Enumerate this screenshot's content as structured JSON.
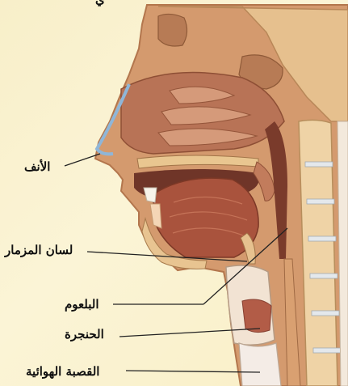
{
  "labels": {
    "top_partial": "ي",
    "nose": "الأنف",
    "epiglottis": "لسان المزمار",
    "pharynx": "البلعوم",
    "larynx": "الحنجرة",
    "trachea": "القصبة الهوائية"
  },
  "colors": {
    "background": "#f9f0ca",
    "bone": "#e9c28d",
    "soft_tissue": "#c98a64",
    "muscle": "#a4563f",
    "cavity": "#8a4a34",
    "spine_disc": "#e3e6ea",
    "leader_line": "#222222"
  }
}
